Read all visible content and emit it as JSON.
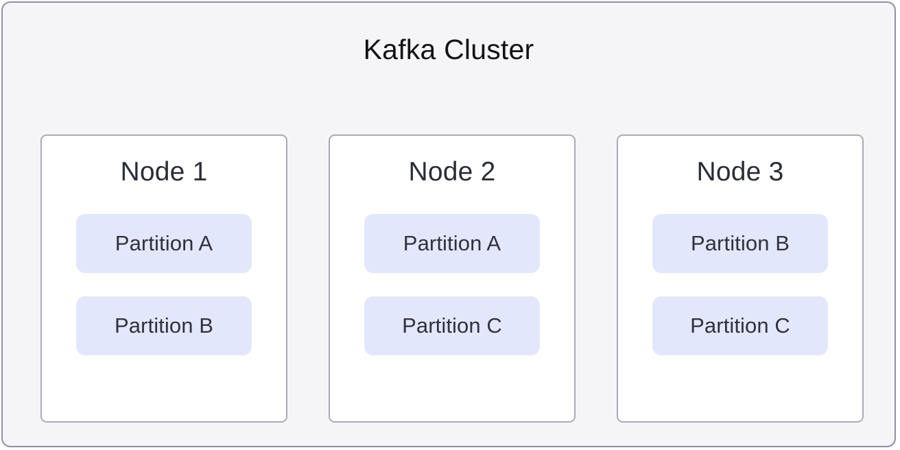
{
  "cluster": {
    "title": "Kafka Cluster",
    "background_color": "#f5f5f7",
    "border_color": "#8f909c",
    "title_color": "#121217"
  },
  "theme": {
    "node_card_background": "#ffffff",
    "node_card_border": "#a9aab4",
    "node_title_color": "#2b2d36",
    "partition_pill_background": "#e3e7fb",
    "partition_text_color": "#2f323c",
    "page_background": "#ffffff"
  },
  "nodes": [
    {
      "title": "Node 1",
      "partitions": [
        {
          "label": "Partition A"
        },
        {
          "label": "Partition B"
        }
      ]
    },
    {
      "title": "Node 2",
      "partitions": [
        {
          "label": "Partition A"
        },
        {
          "label": "Partition C"
        }
      ]
    },
    {
      "title": "Node 3",
      "partitions": [
        {
          "label": "Partition B"
        },
        {
          "label": "Partition C"
        }
      ]
    }
  ]
}
